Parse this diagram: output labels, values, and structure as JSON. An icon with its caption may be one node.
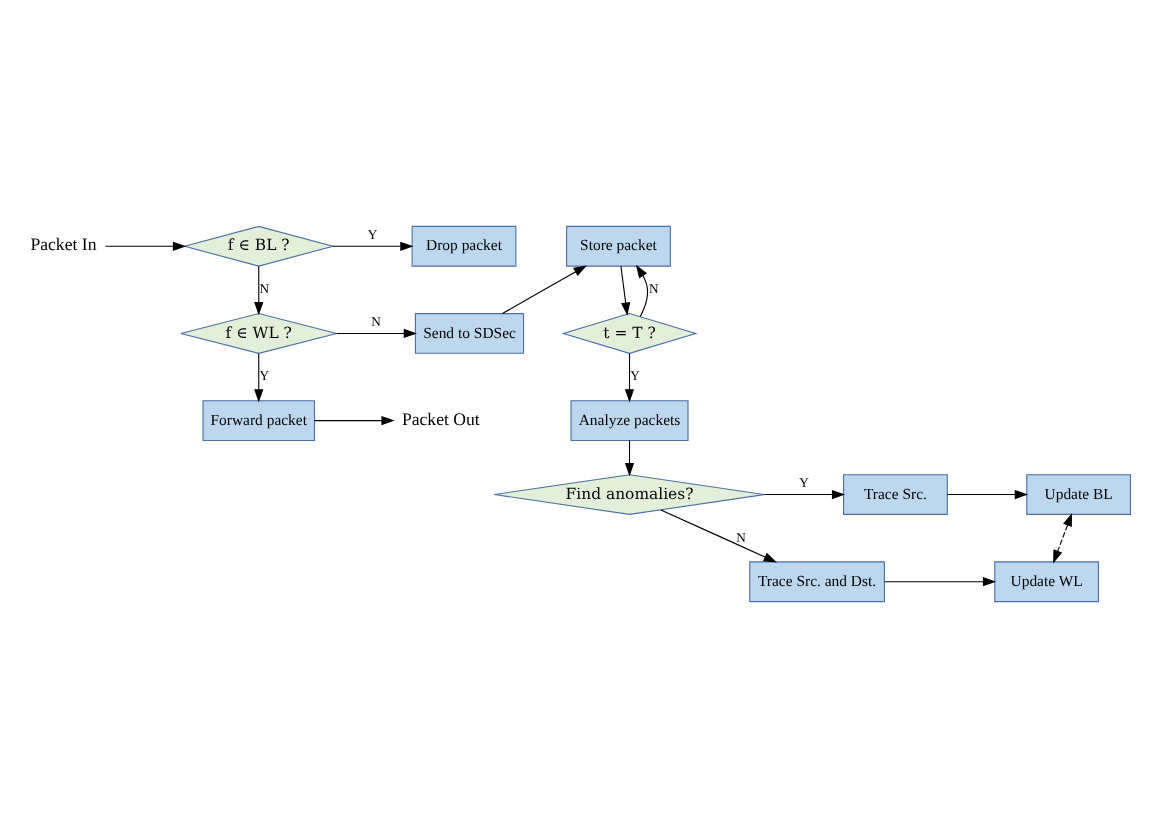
{
  "diagram": {
    "nodes": [
      {
        "text": [
          "Packet In"
        ]
      },
      {
        "text": [
          "f ∈ BL ?"
        ]
      },
      {
        "text": [
          "Drop packet"
        ]
      },
      {
        "text": [
          "f ∈ WL ?"
        ]
      },
      {
        "text": [
          "Send to SDSec"
        ]
      },
      {
        "text": [
          "Forward packet"
        ]
      },
      {
        "text": [
          "Packet Out"
        ]
      },
      {
        "text": [
          "Store packet"
        ]
      },
      {
        "text": [
          "t = T ?"
        ]
      },
      {
        "text": [
          "Analyze packets"
        ]
      },
      {
        "text": [
          "Find anomalies?"
        ]
      },
      {
        "text": [
          "Trace Src."
        ]
      },
      {
        "text": [
          "Trace Src. and Dst."
        ]
      },
      {
        "text": [
          "Update BL"
        ]
      },
      {
        "text": [
          "Update WL"
        ]
      }
    ],
    "edges": [
      {
        "from": 0,
        "to": 1,
        "arrow": "to"
      },
      {
        "from": 1,
        "to": 2,
        "arrow": "to",
        "label": "Y"
      },
      {
        "from": 1,
        "to": 3,
        "arrow": "to",
        "label": "N"
      },
      {
        "from": 3,
        "to": 4,
        "arrow": "to",
        "label": "N"
      },
      {
        "from": 3,
        "to": 5,
        "arrow": "to",
        "label": "Y"
      },
      {
        "from": 5,
        "to": 6,
        "arrow": "to"
      },
      {
        "from": 4,
        "to": 7,
        "arrow": "to"
      },
      {
        "from": 7,
        "to": 8,
        "arrow": "to"
      },
      {
        "from": 8,
        "to": 7,
        "arrow": "to",
        "label": "N"
      },
      {
        "from": 8,
        "to": 9,
        "arrow": "to",
        "label": "Y"
      },
      {
        "from": 9,
        "to": 10,
        "arrow": "to"
      },
      {
        "from": 10,
        "to": 11,
        "arrow": "to",
        "label": "Y"
      },
      {
        "from": 10,
        "to": 12,
        "arrow": "to",
        "label": "N"
      },
      {
        "from": 11,
        "to": 13,
        "arrow": "to"
      },
      {
        "from": 12,
        "to": 14,
        "arrow": "to"
      },
      {
        "from": 13,
        "to": 14,
        "arrow": "both",
        "style": "dashed"
      }
    ]
  }
}
